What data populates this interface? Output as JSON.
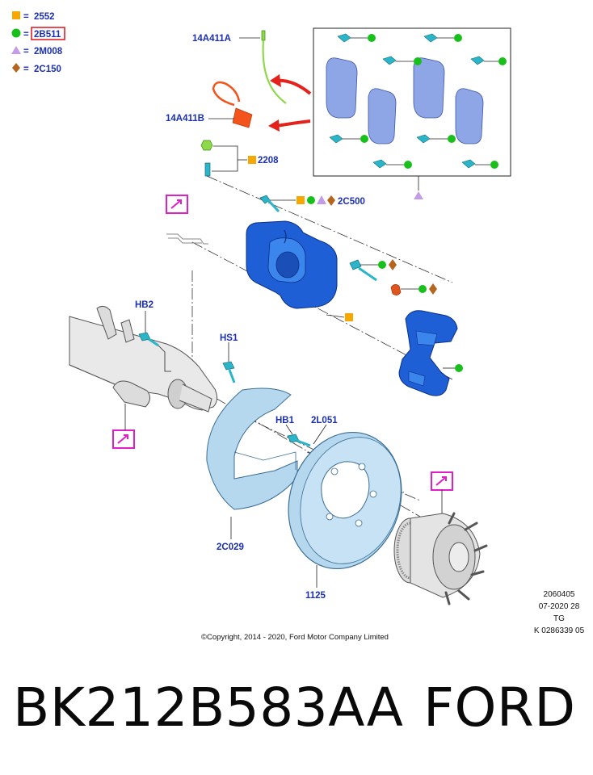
{
  "legend": [
    {
      "symbol": "square",
      "color": "#f6a800",
      "code": "2552"
    },
    {
      "symbol": "circle",
      "color": "#19c01b",
      "code": "2B511",
      "highlighted": true
    },
    {
      "symbol": "triangle",
      "color": "#c49be6",
      "code": "2M008"
    },
    {
      "symbol": "diamond",
      "color": "#b5651d",
      "code": "2C150"
    }
  ],
  "legend_equals": "=",
  "parts": {
    "sensor_green": "14A411A",
    "sensor_red": "14A411B",
    "bleeder": "2208",
    "caliper_bolt": "2C500",
    "bolt_hb2": "HB2",
    "bolt_hs1": "HS1",
    "bolt_hb1": "HB1",
    "bolt_2l051": "2L051",
    "splash_shield": "2C029",
    "rotor": "1125"
  },
  "meta": {
    "line1": "2060405",
    "line2": "07-2020 28",
    "line3": "TG",
    "line4": "K 0286339 05"
  },
  "copyright": "©Copyright, 2014 - 2020, Ford Motor Company Limited",
  "part_number": "BK212B583AA",
  "brand": "FORD",
  "colors": {
    "part_label": "#1b2fb5",
    "caliper_blue": "#1f5fd6",
    "pad_blue": "#8ea6e6",
    "shield_blue": "#b5d8ef",
    "sensor_green": "#8fd84a",
    "sensor_red": "#f2541b",
    "callout_magenta": "#e01fc9",
    "arrow_red": "#e4221b"
  },
  "icons": [
    "service-note-icon",
    "service-note-icon",
    "service-note-icon",
    "service-note-icon"
  ]
}
